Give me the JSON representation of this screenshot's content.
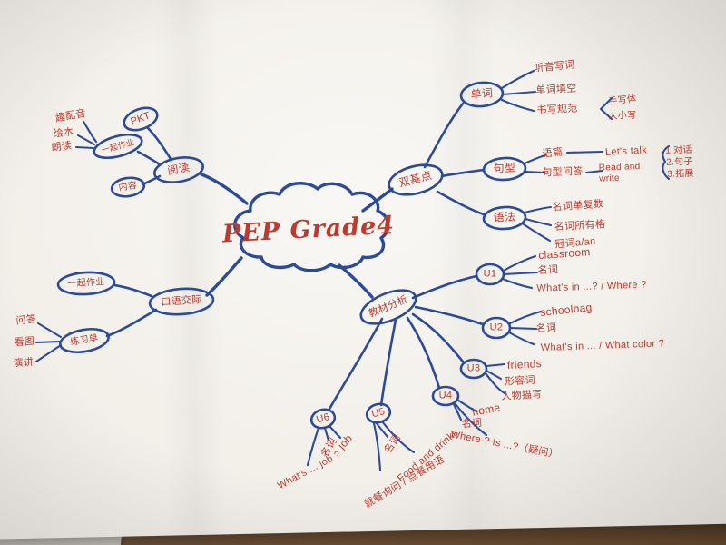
{
  "photo": {
    "desk_color": "#7a5a3c",
    "paper_color": "#f3f0ea",
    "ink_blue": "#2b4a9b",
    "ink_red": "#bf392d"
  },
  "center": {
    "label": "PEP Grade4"
  },
  "reading": {
    "node": "阅读",
    "pkt": "PKT",
    "homework": "一起作业",
    "content": "内容",
    "leaves": [
      "趣配音",
      "绘本",
      "朗读"
    ]
  },
  "speaking": {
    "node": "口语交际",
    "children": [
      "一起作业",
      "练习单"
    ],
    "leaves": [
      "问答",
      "看图",
      "演讲"
    ]
  },
  "keypoints": {
    "node": "双基点",
    "words": {
      "label": "单词",
      "leaves": [
        "听音写词",
        "单词填空",
        "书写规范"
      ],
      "sub": [
        "手写体",
        "大小写"
      ]
    },
    "sentences": {
      "label": "句型",
      "leaves": [
        "语篇",
        "句型问答"
      ],
      "texts": [
        "Let's talk",
        "Read and write"
      ],
      "list": [
        "1.对话",
        "2.句子",
        "3.拓展"
      ]
    },
    "grammar": {
      "label": "语法",
      "leaves": [
        "名词单复数",
        "名词所有格",
        "冠词a/an"
      ]
    }
  },
  "analysis": {
    "node": "教材分析",
    "units": [
      {
        "label": "U1",
        "items": [
          "classroom",
          "名词",
          "What's in ...? / Where ?"
        ]
      },
      {
        "label": "U2",
        "items": [
          "schoolbag",
          "名词",
          "What's in ... / What color ?"
        ]
      },
      {
        "label": "U3",
        "items": [
          "friends",
          "形容词",
          "人物描写"
        ]
      },
      {
        "label": "U4",
        "items": [
          "home",
          "名词",
          "Where ?  Is ...?（疑问）"
        ]
      },
      {
        "label": "U5",
        "items": [
          "名词",
          "Food and drinks",
          "就餐询问 / 点餐用语"
        ]
      },
      {
        "label": "U6",
        "items": [
          "名词",
          "job",
          "What's ... job ?"
        ]
      }
    ]
  }
}
